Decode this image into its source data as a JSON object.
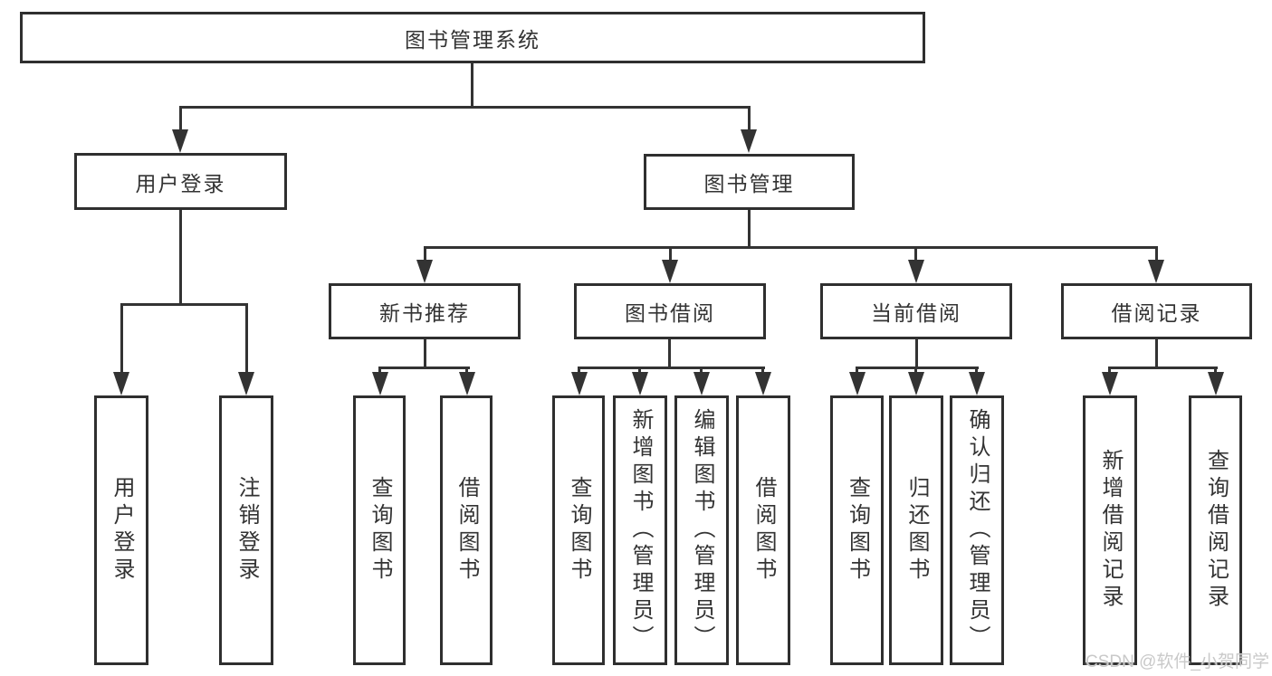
{
  "diagram": {
    "root": {
      "label": "图书管理系统"
    },
    "branches": [
      {
        "label": "用户登录",
        "children": [
          {
            "label": "用户登录"
          },
          {
            "label": "注销登录"
          }
        ]
      },
      {
        "label": "图书管理",
        "children": [
          {
            "label": "新书推荐",
            "children": [
              {
                "label": "查询图书"
              },
              {
                "label": "借阅图书"
              }
            ]
          },
          {
            "label": "图书借阅",
            "children": [
              {
                "label": "查询图书"
              },
              {
                "label": "新增图书（管理员）"
              },
              {
                "label": "编辑图书（管理员）"
              },
              {
                "label": "借阅图书"
              }
            ]
          },
          {
            "label": "当前借阅",
            "children": [
              {
                "label": "查询图书"
              },
              {
                "label": "归还图书"
              },
              {
                "label": "确认归还（管理员）"
              }
            ]
          },
          {
            "label": "借阅记录",
            "children": [
              {
                "label": "新增借阅记录"
              },
              {
                "label": "查询借阅记录"
              }
            ]
          }
        ]
      }
    ]
  },
  "watermark": {
    "text": "CSDN @软件_小贺同学"
  },
  "colors": {
    "line": "#333333",
    "box_border": "#2f2f2f",
    "text": "#333333",
    "background": "#ffffff",
    "watermark": "#c9c9c9"
  }
}
